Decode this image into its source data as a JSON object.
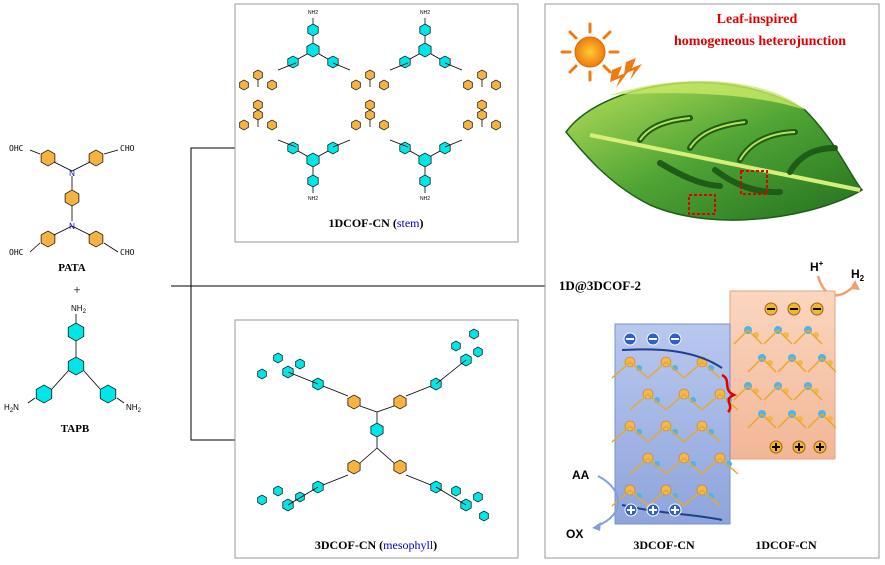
{
  "monomers": {
    "pata": {
      "label": "PATA",
      "cho": "CHO",
      "ohc": "OHC",
      "n_atom": "N"
    },
    "plus": "+",
    "tapb": {
      "label": "TAPB",
      "nh2_top": "NH",
      "nh2_sub": "2",
      "h2n_left": "H",
      "h2n_left_sub": "2",
      "h2n_left_n": "N",
      "nh2_right": "NH",
      "nh2_right_sub": "2"
    }
  },
  "panels": {
    "stem": {
      "caption_prefix": "1DCOF-CN (",
      "caption_highlight": "stem",
      "caption_suffix": ")",
      "nh2": "NH2"
    },
    "mesophyll": {
      "caption_prefix": "3DCOF-CN (",
      "caption_highlight": "mesophyll",
      "caption_suffix": ")"
    },
    "hetero": {
      "title_line1": "Leaf-inspired",
      "title_line2": "homogeneous heterojunction",
      "composite_label": "1D@3DCOF-2",
      "h_plus": "H",
      "h_plus_sup": "+",
      "h2": "H",
      "h2_sub": "2",
      "aa": "AA",
      "ox": "OX",
      "label_3d": "3DCOF-CN",
      "label_1d": "1DCOF-CN"
    }
  },
  "colors": {
    "orange_ring": "#f5b342",
    "cyan_ring": "#00e5e5",
    "red_title": "#e00000",
    "blue_highlight": "#0000cc",
    "leaf_green": "#3a8f2a",
    "leaf_light": "#a6d84a"
  }
}
